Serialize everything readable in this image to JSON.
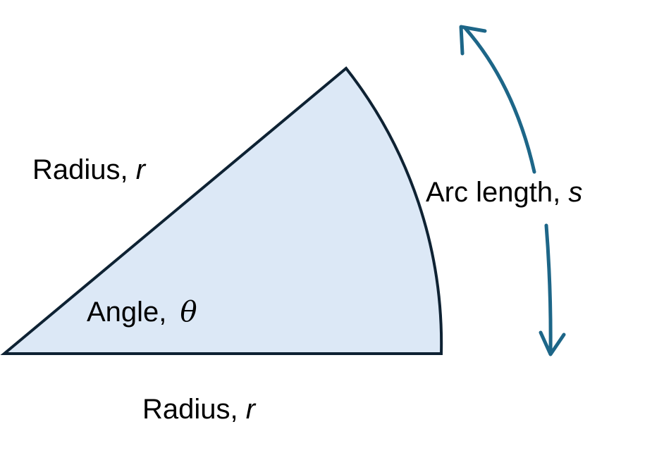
{
  "labels": {
    "radius_top": {
      "text": "Radius, ",
      "var": "r"
    },
    "radius_bottom": {
      "text": "Radius, ",
      "var": "r"
    },
    "arc_length": {
      "text": "Arc length, ",
      "var": "s"
    },
    "angle": {
      "text": "Angle, ",
      "var": "θ"
    }
  },
  "colors": {
    "sector_fill": "#dce8f6",
    "sector_stroke": "#0e2233",
    "arrow": "#1d6688",
    "text": "#000000"
  }
}
